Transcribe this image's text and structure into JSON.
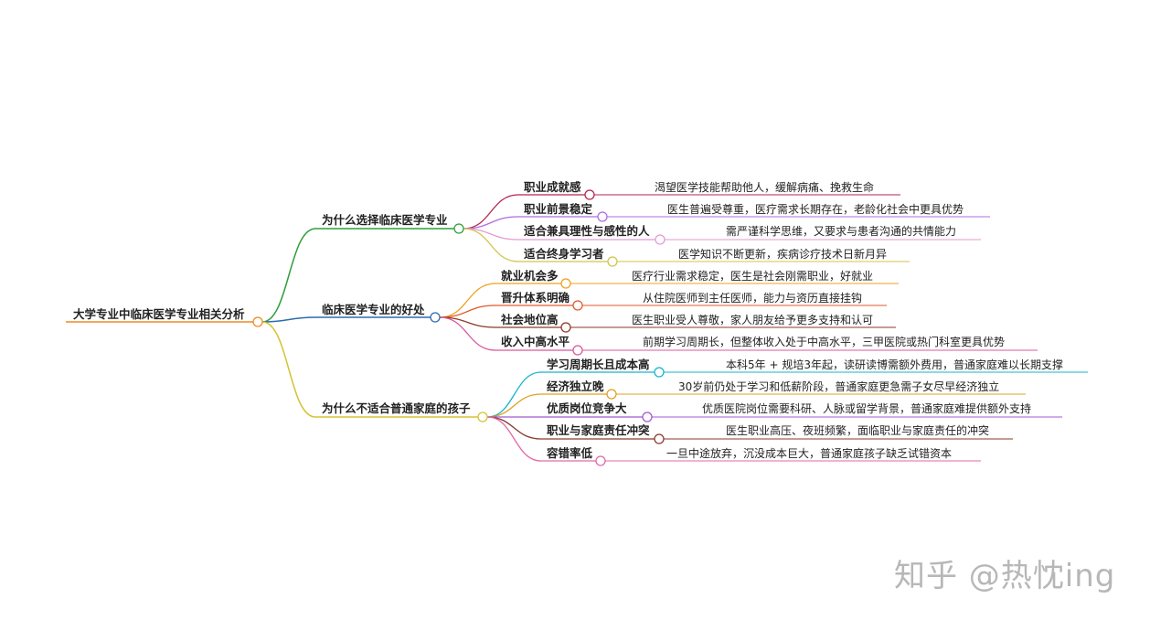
{
  "root": {
    "label": "大学专业中临床医学专业相关分析"
  },
  "branches": [
    {
      "label": "为什么选择临床医学专业",
      "color": "#2e9e3a",
      "items": [
        {
          "title": "职业成就感",
          "detail": "渴望医学技能帮助他人，缓解病痛、挽救生命",
          "color": "#b6254f"
        },
        {
          "title": "职业前景稳定",
          "detail": "医生普遍受尊重，医疗需求长期存在，老龄化社会中更具优势",
          "color": "#b06be0"
        },
        {
          "title": "适合兼具理性与感性的人",
          "detail": "需严谨科学思维，又要求与患者沟通的共情能力",
          "color": "#e69ad2"
        },
        {
          "title": "适合终身学习者",
          "detail": "医学知识不断更新，疾病诊疗技术日新月异",
          "color": "#d2c44a"
        }
      ]
    },
    {
      "label": "临床医学专业的好处",
      "color": "#2b6cb0",
      "items": [
        {
          "title": "就业机会多",
          "detail": "医疗行业需求稳定，医生是社会刚需职业，好就业",
          "color": "#f0a020"
        },
        {
          "title": "晋升体系明确",
          "detail": "从住院医师到主任医师，能力与资历直接挂钩",
          "color": "#e05a2a"
        },
        {
          "title": "社会地位高",
          "detail": "医生职业受人尊敬，家人朋友给予更多支持和认可",
          "color": "#8b3a2a"
        },
        {
          "title": "收入中高水平",
          "detail": "前期学习周期长，但整体收入处于中高水平，三甲医院或热门科室更具优势",
          "color": "#d9589b"
        }
      ]
    },
    {
      "label": "为什么不适合普通家庭的孩子",
      "color": "#d6c233",
      "items": [
        {
          "title": "学习周期长且成本高",
          "detail": "本科5年 + 规培3年起，读研读博需额外费用，普通家庭难以长期支撑",
          "color": "#1ab3c9"
        },
        {
          "title": "经济独立晚",
          "detail": "30岁前仍处于学习和低薪阶段，普通家庭更急需子女尽早经济独立",
          "color": "#e0a020"
        },
        {
          "title": "优质岗位竞争大",
          "detail": "优质医院岗位需要科研、人脉或留学背景，普通家庭难提供额外支持",
          "color": "#a05ad0"
        },
        {
          "title": "职业与家庭责任冲突",
          "detail": "医生职业高压、夜班频繁，面临职业与家庭责任的冲突",
          "color": "#8a3a2a"
        },
        {
          "title": "容错率低",
          "detail": "一旦中途放弃，沉没成本巨大，普通家庭孩子缺乏试错资本",
          "color": "#e06aa8"
        }
      ]
    }
  ],
  "root_color": "#f08a1e",
  "watermark": "知乎 @热忱ing"
}
